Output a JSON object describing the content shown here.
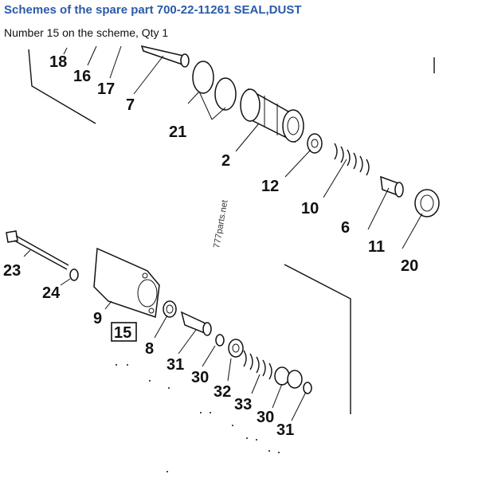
{
  "header": {
    "title": "Schemes of the spare part 700-22-11261 SEAL,DUST",
    "subtitle": "Number 15 on the scheme, Qty 1"
  },
  "scheme": {
    "watermark": "777parts.net",
    "highlighted_callout": "15",
    "callouts": {
      "n18": "18",
      "n16": "16",
      "n17": "17",
      "n7": "7",
      "n21": "21",
      "n2": "2",
      "n12": "12",
      "n10": "10",
      "n6": "6",
      "n11": "11",
      "n20": "20",
      "n23": "23",
      "n24": "24",
      "n9": "9",
      "n15": "15",
      "n8": "8",
      "n31a": "31",
      "n30a": "30",
      "n32": "32",
      "n33": "33",
      "n30b": "30",
      "n31b": "31"
    }
  }
}
